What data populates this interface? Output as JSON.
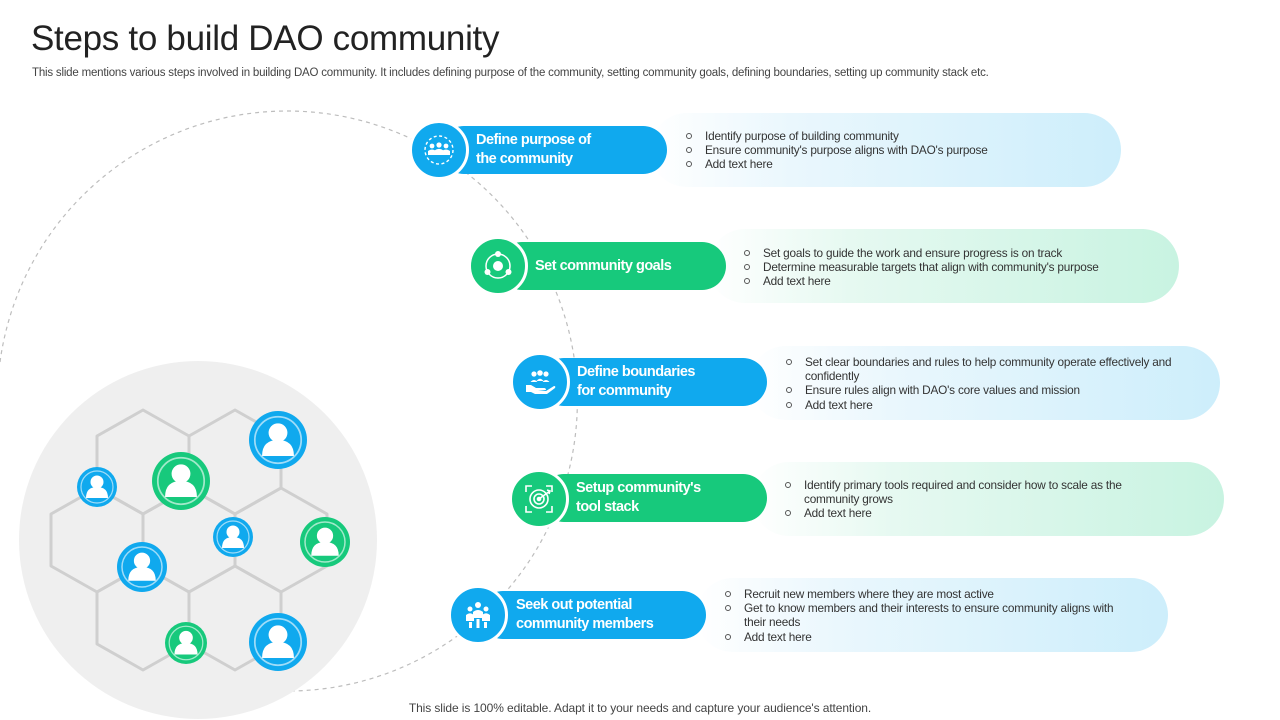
{
  "title": "Steps to build DAO community",
  "subtitle": "This slide mentions various steps involved in building DAO community. It includes defining purpose of the community, setting community goals, defining boundaries, setting up community stack etc.",
  "footer": "This slide is 100% editable. Adapt it to your needs and capture your audience's attention.",
  "colors": {
    "blue": "#10a9ee",
    "green": "#17c97c",
    "hex_lines": "#cfcfcf",
    "circle_bg": "#efefef"
  },
  "steps": [
    {
      "color": "blue",
      "icon": "community-network-icon",
      "label_lines": [
        "Define purpose of",
        "the community"
      ],
      "bullets": [
        "Identify purpose of building community",
        "Ensure community's purpose aligns with DAO's purpose",
        "Add text here"
      ]
    },
    {
      "color": "green",
      "icon": "goals-cycle-icon",
      "label_lines": [
        "Set community goals"
      ],
      "bullets": [
        "Set goals to guide the work and ensure progress is on track",
        "Determine measurable targets that align with community's purpose",
        "Add text here"
      ]
    },
    {
      "color": "blue",
      "icon": "hand-people-icon",
      "label_lines": [
        "Define boundaries",
        "for community"
      ],
      "bullets": [
        "Set clear boundaries and rules to help community operate effectively and confidently",
        "Ensure rules align with DAO's core values and mission",
        "Add text here"
      ]
    },
    {
      "color": "green",
      "icon": "target-icon",
      "label_lines": [
        "Setup community's",
        "tool stack"
      ],
      "bullets": [
        "Identify primary tools required and consider how to scale as the community grows",
        "Add text here"
      ]
    },
    {
      "color": "blue",
      "icon": "members-group-icon",
      "label_lines": [
        "Seek out potential",
        "community members"
      ],
      "bullets": [
        "Recruit new members where they are most active",
        "Get to know members and their interests to ensure community aligns with their needs",
        "Add text here"
      ]
    }
  ]
}
